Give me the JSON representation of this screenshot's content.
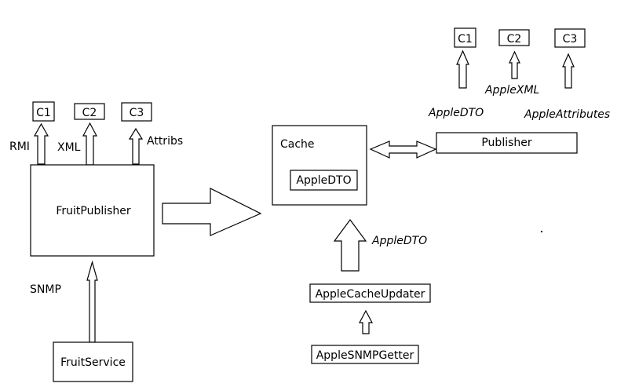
{
  "left": {
    "clients": [
      "C1",
      "C2",
      "C3"
    ],
    "channel_labels": {
      "rmi": "RMI",
      "xml": "XML",
      "attribs": "Attribs"
    },
    "publisher": "FruitPublisher",
    "snmp_label": "SNMP",
    "service": "FruitService"
  },
  "right": {
    "clients": [
      "C1",
      "C2",
      "C3"
    ],
    "channel_labels": {
      "apple_dto": "AppleDTO",
      "apple_xml": "AppleXML",
      "apple_attributes": "AppleAttributes"
    },
    "publisher": "Publisher",
    "cache": {
      "title": "Cache",
      "item": "AppleDTO"
    },
    "updater_flow_label": "AppleDTO",
    "updater": "AppleCacheUpdater",
    "getter": "AppleSNMPGetter"
  }
}
